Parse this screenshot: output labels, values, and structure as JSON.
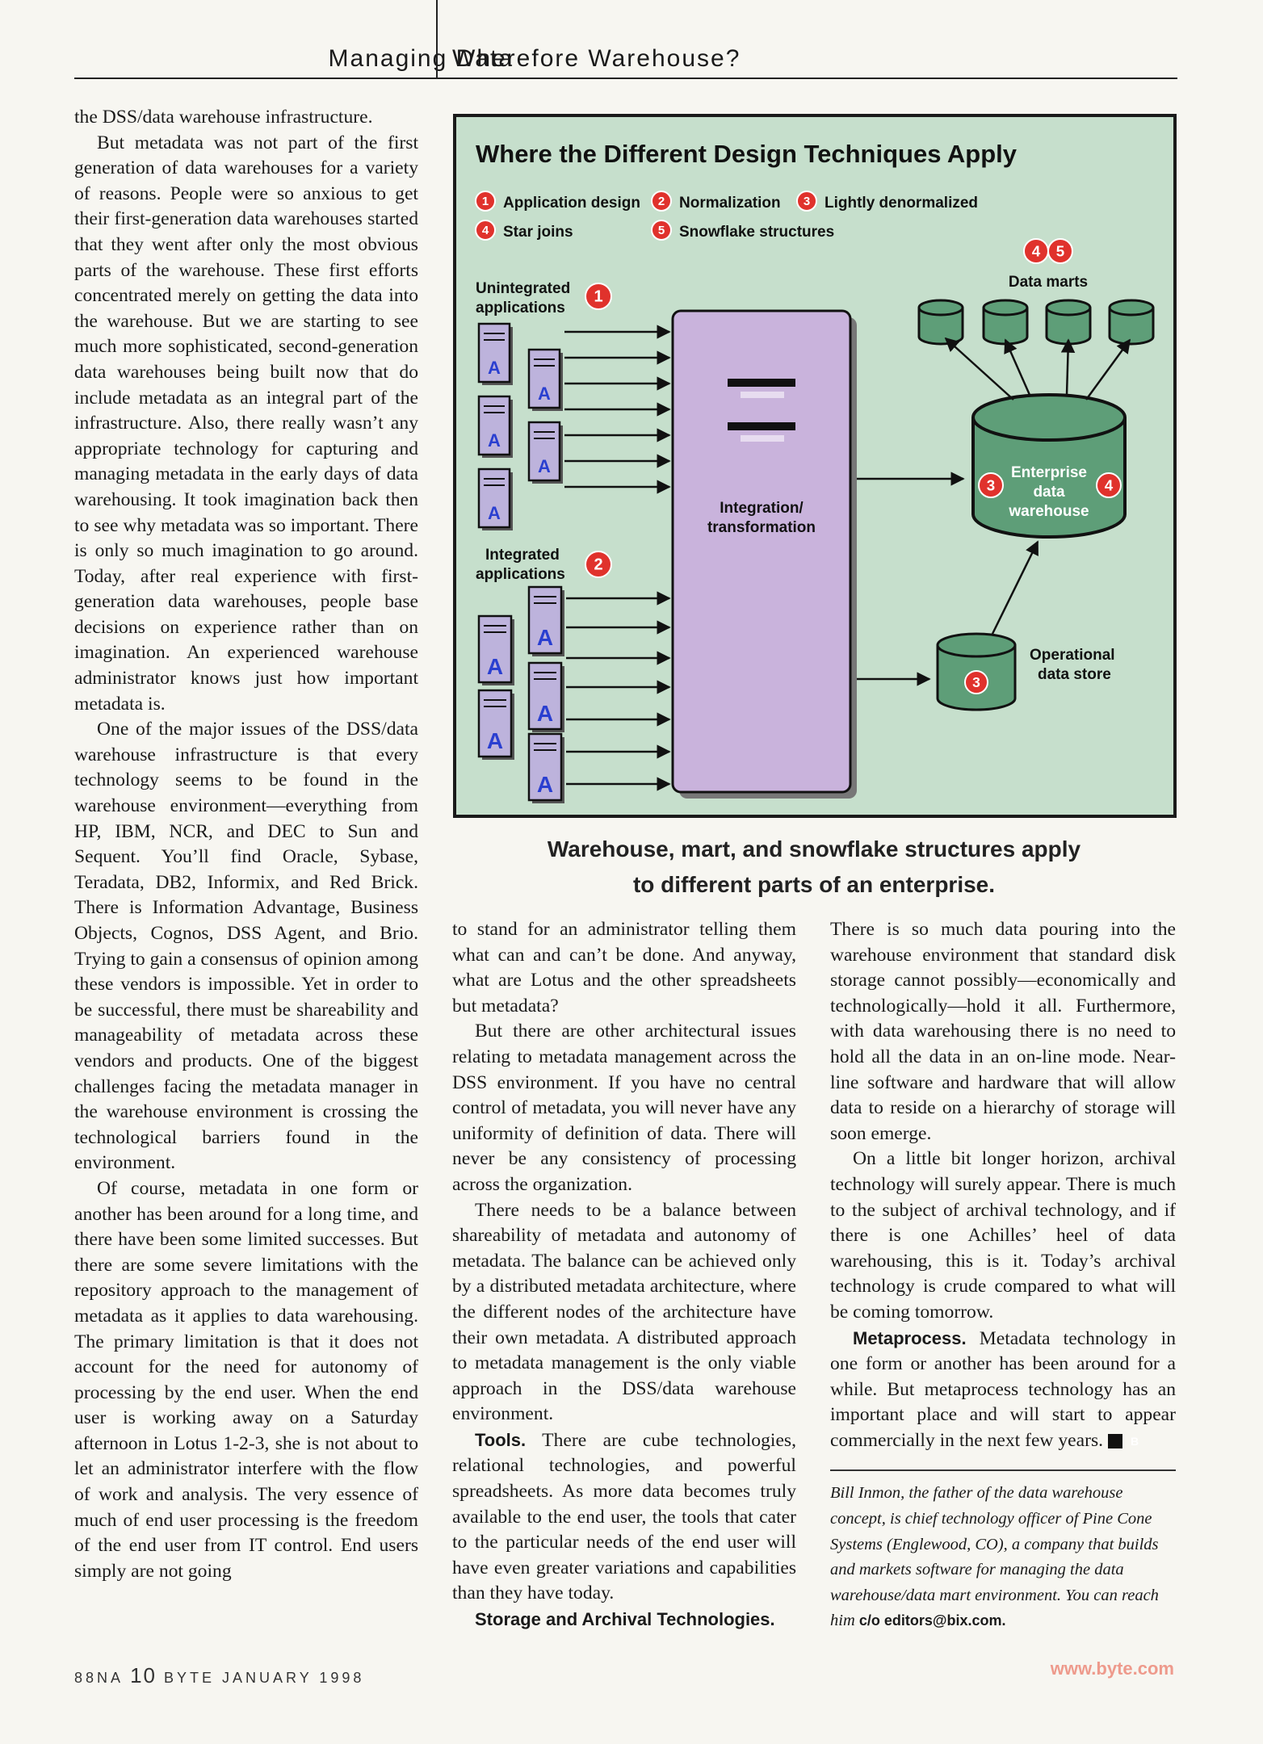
{
  "header": {
    "left": "Managing Data",
    "right": "Wherefore Warehouse?"
  },
  "col1": [
    {
      "indent": false,
      "text": "the DSS/data warehouse infrastructure."
    },
    {
      "indent": true,
      "text": "But metadata was not part of the first generation of data warehouses for a variety of reasons. People were so anxious to get their first-generation data warehouses started that they went after only the most obvious parts of the warehouse. These first efforts concentrated merely on getting the data into the warehouse. But we are starting to see much more sophisticated, second-generation data warehouses being built now that do include metadata as an integral part of the infrastructure. Also, there really wasn’t any appropriate technology for capturing and managing metadata in the early days of data warehousing. It took imagination back then to see why metadata was so important. There is only so much imagination to go around. Today, after real experience with first-generation data warehouses, people base decisions on experience rather than on imagination. An experienced warehouse administrator knows just how important metadata is."
    },
    {
      "indent": true,
      "text": "One of the major issues of the DSS/data warehouse infrastructure is that every technology seems to be found in the warehouse environment—everything from HP, IBM, NCR, and DEC to Sun and Sequent. You’ll find Oracle, Sybase, Teradata, DB2, Informix, and Red Brick. There is Information Advantage, Business Objects, Cognos, DSS Agent, and Brio. Trying to gain a consensus of opinion among these vendors is impossible. Yet in order to be successful, there must be shareability and manageability of metadata across these vendors and products. One of the biggest challenges facing the metadata manager in the warehouse environment is crossing the technological barriers found in the environment."
    },
    {
      "indent": true,
      "text": "Of course, metadata in one form or another has been around for a long time, and there have been some limited successes. But there are some severe limitations with the repository approach to the management of metadata as it applies to data warehousing. The primary limitation is that it does not account for the need for autonomy of processing by the end user. When the end user is working away on a Saturday afternoon in Lotus 1-2-3, she is not about to let an administrator interfere with the flow of work and analysis. The very essence of much of end user processing is the freedom of the end user from IT control. End users simply are not going"
    }
  ],
  "col2": [
    {
      "indent": false,
      "text": "to stand for an administrator telling them what can and can’t be done. And anyway, what are Lotus and the other spreadsheets but metadata?"
    },
    {
      "indent": true,
      "text": "But there are other architectural issues relating to metadata management across the DSS environment. If you have no central control of metadata, you will never have any uniformity of definition of data. There will never be any consistency of processing across the organization."
    },
    {
      "indent": true,
      "text": "There needs to be a balance between shareability of metadata and autonomy of metadata. The balance can be achieved only by a distributed metadata architecture, where the different nodes of the architecture have their own metadata. A distributed approach to metadata management is the only viable approach in the DSS/data warehouse environment."
    },
    {
      "indent": true,
      "head": "Tools.",
      "text": " There are cube technologies, relational technologies, and powerful spreadsheets. As more data becomes truly available to the end user, the tools that cater to the particular needs of the end user will have even greater variations and capabilities than they have today."
    },
    {
      "indent": true,
      "head": "Storage and Archival Technologies.",
      "text": ""
    }
  ],
  "col3": [
    {
      "indent": false,
      "text": "There is so much data pouring into the warehouse environment that standard disk storage cannot possibly—economically and technologically—hold it all. Furthermore, with data warehousing there is no need to hold all the data in an on-line mode. Near-line software and hardware that will allow data to reside on a hierarchy of storage will soon emerge."
    },
    {
      "indent": true,
      "text": "On a little bit longer horizon, archival technology will surely appear. There is much to the subject of archival technology, and if there is one Achilles’ heel of data warehousing, this is it. Today’s archival technology is crude compared to what will be coming tomorrow."
    },
    {
      "indent": true,
      "head": "Metaprocess.",
      "text": " Metadata technology in one form or another has been around for a while. But metaprocess technology has an important place and will start to appear commercially in the next few years.",
      "endmark": "B"
    }
  ],
  "bio": {
    "text": "Bill Inmon, the father of the data warehouse concept, is chief technology officer of Pine Cone Systems (Englewood, CO), a company that builds and markets software for managing the data warehouse/data mart environment. You can reach him ",
    "email": "c/o editors@bix.com."
  },
  "figure": {
    "title": "Where the Different Design Techniques Apply",
    "legend": [
      {
        "num": "1",
        "label": "Application design"
      },
      {
        "num": "2",
        "label": "Normalization"
      },
      {
        "num": "3",
        "label": "Lightly denormalized"
      },
      {
        "num": "4",
        "label": "Star joins"
      },
      {
        "num": "5",
        "label": "Snowflake structures"
      }
    ],
    "labels": {
      "unintegrated": [
        "Unintegrated",
        "applications"
      ],
      "integrated": [
        "Integrated",
        "applications"
      ],
      "transform": [
        "Integration/",
        "transformation"
      ],
      "marts": "Data marts",
      "edw": [
        "Enterprise",
        "data",
        "warehouse"
      ],
      "ods": [
        "Operational",
        "data store"
      ],
      "app_letter": "A"
    },
    "colors": {
      "bg": "#c6dfcc",
      "badge": "#e0322c",
      "cylinder": "#5e9e78",
      "server": "#c9b3dc",
      "app": "#bdb3dc"
    }
  },
  "caption": [
    "Warehouse, mart, and snowflake structures apply",
    "to different parts of an enterprise."
  ],
  "footer": {
    "left_prefix": "88NA",
    "page": "10",
    "left_suffix": "BYTE JANUARY 1998",
    "right": "www.byte.com"
  }
}
